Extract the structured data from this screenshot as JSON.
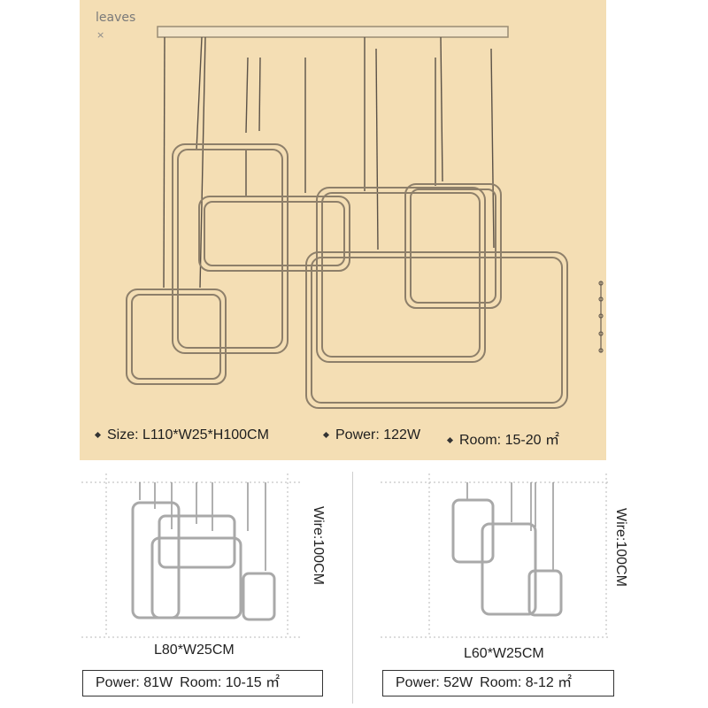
{
  "header": {
    "brand": "leaves",
    "close_glyph": "×"
  },
  "main_product": {
    "specs": [
      {
        "label": "Size: L110*W25*H100CM"
      },
      {
        "label": "Power: 122W"
      },
      {
        "label": "Room: 15-20 ㎡"
      }
    ]
  },
  "variants": [
    {
      "wire": "Wire:100CM",
      "dimensions": "L80*W25CM",
      "power": "Power: 81W",
      "room": "Room: 10-15 ㎡"
    },
    {
      "wire": "Wire:100CM",
      "dimensions": "L60*W25CM",
      "power": "Power: 52W",
      "room": "Room: 8-12 ㎡"
    }
  ],
  "colors": {
    "panel_background": "#f4deb4",
    "frame_stroke": "#8d7f6a",
    "wire_stroke": "#5b5248"
  }
}
